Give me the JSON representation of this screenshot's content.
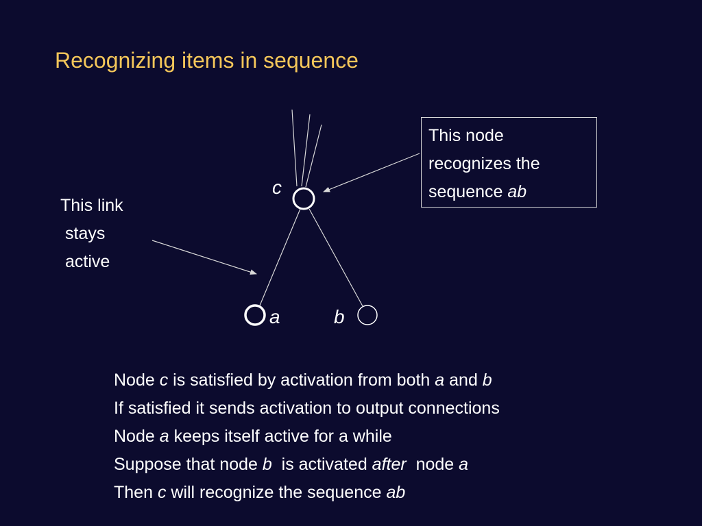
{
  "title": "Recognizing items in sequence",
  "nodes": {
    "c": {
      "label": "c"
    },
    "a": {
      "label": "a"
    },
    "b": {
      "label": "b"
    }
  },
  "link_note": {
    "lines": [
      "This link",
      "stays",
      "active"
    ]
  },
  "node_note": {
    "line1": "This node",
    "line2": "recognizes the",
    "line3_prefix": "sequence ",
    "line3_italic": "ab"
  },
  "bullets": [
    {
      "parts": [
        [
          "Node ",
          false
        ],
        [
          "c",
          true
        ],
        [
          " is satisfied by activation from both ",
          false
        ],
        [
          "a",
          true
        ],
        [
          " and ",
          false
        ],
        [
          "b",
          true
        ]
      ]
    },
    {
      "parts": [
        [
          "If satisfied it sends activation to output connections",
          false
        ]
      ]
    },
    {
      "parts": [
        [
          "Node ",
          false
        ],
        [
          "a",
          true
        ],
        [
          " keeps itself active for a while",
          false
        ]
      ]
    },
    {
      "parts": [
        [
          "Suppose that node ",
          false
        ],
        [
          "b",
          true
        ],
        [
          "  is activated ",
          false
        ],
        [
          "after",
          true
        ],
        [
          "  node ",
          false
        ],
        [
          "a",
          true
        ]
      ]
    },
    {
      "parts": [
        [
          "Then ",
          false
        ],
        [
          "c",
          true
        ],
        [
          " will recognize the sequence ",
          false
        ],
        [
          "ab",
          true
        ]
      ]
    }
  ],
  "colors": {
    "background": "#0c0b2e",
    "title": "#f5c75a",
    "text": "#ffffff",
    "lines": "#d8d8d8"
  }
}
